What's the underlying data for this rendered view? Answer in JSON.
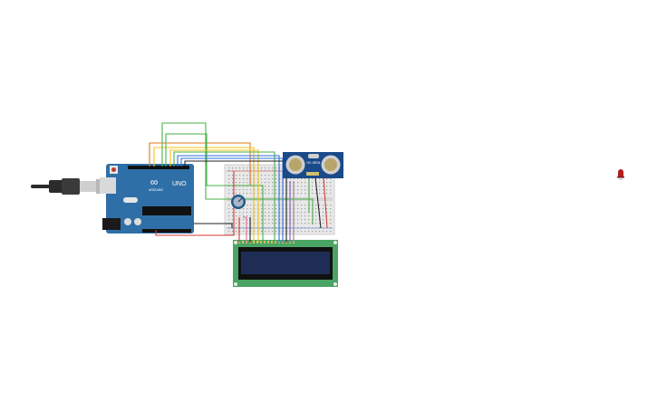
{
  "canvas": {
    "background": "#ffffff"
  },
  "components": {
    "arduino": {
      "brand": "ARDUINO",
      "model": "UNO",
      "logo_text": "∞",
      "color": "#2f6fa7"
    },
    "ultrasonic_sensor": {
      "model": "HC-SR04",
      "color": "#1a4a8a"
    },
    "lcd": {
      "pcb_color": "#4aa564",
      "screen_color": "#1e2d55"
    },
    "potentiometer": {
      "color": "#1f5c8c"
    },
    "breadboard": {
      "color": "#e8e8e8"
    },
    "led": {
      "color": "#b01e1e"
    },
    "usb_cable": {
      "color": "#2b2b2b"
    }
  },
  "wire_colors": {
    "orange": "#e07b1a",
    "yellow": "#f0c419",
    "green": "#48b04a",
    "blue": "#2f6fdb",
    "red": "#d63a3a",
    "black": "#222222",
    "purple": "#8b4fc7",
    "gray": "#8a8a8a",
    "pink": "#e8689a"
  }
}
